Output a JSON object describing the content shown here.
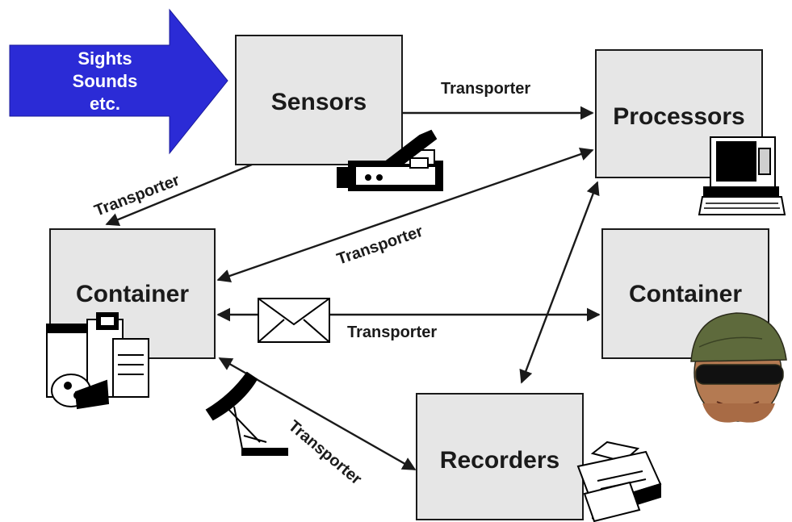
{
  "input_arrow": {
    "lines": [
      "Sights",
      "Sounds",
      "etc."
    ],
    "color": "#2b2bd6"
  },
  "nodes": {
    "sensors": "Sensors",
    "processors": "Processors",
    "container_left": "Container",
    "container_right": "Container",
    "recorders": "Recorders"
  },
  "edges": {
    "sensors_processors": "Transporter",
    "sensors_container": "Transporter",
    "processors_container": "Transporter",
    "container_container": "Transporter",
    "container_recorders": "Transporter"
  },
  "icons": [
    "video-camera-icon",
    "computer-terminal-icon",
    "server-disk-icon",
    "envelope-icon",
    "satellite-dish-icon",
    "printer-icon",
    "soldier-icon"
  ],
  "colors": {
    "box_fill": "#e6e6e6",
    "box_stroke": "#1a1a1a",
    "arrow_blue": "#2b2bd6"
  }
}
